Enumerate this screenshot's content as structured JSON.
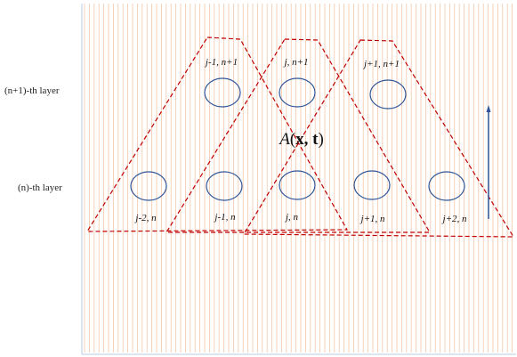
{
  "layers": {
    "upper_label": "(n+1)-th layer",
    "lower_label": "(n)-th layer"
  },
  "center_label": {
    "func": "A",
    "open": "(",
    "args": "x, t",
    "close": ")"
  },
  "upper_nodes": [
    {
      "label": "j-1, n+1"
    },
    {
      "label": "j, n+1"
    },
    {
      "label": "j+1, n+1"
    }
  ],
  "lower_nodes": [
    {
      "label": "j-2, n"
    },
    {
      "label": "j-1, n"
    },
    {
      "label": "j, n"
    },
    {
      "label": "j+1, n"
    },
    {
      "label": "j+2, n"
    }
  ],
  "colors": {
    "grid": "#f4c7a8",
    "ellipse": "#2f5597",
    "dashed": "#c00000",
    "arrow": "#2f5597",
    "axis": "#b8cce4"
  }
}
